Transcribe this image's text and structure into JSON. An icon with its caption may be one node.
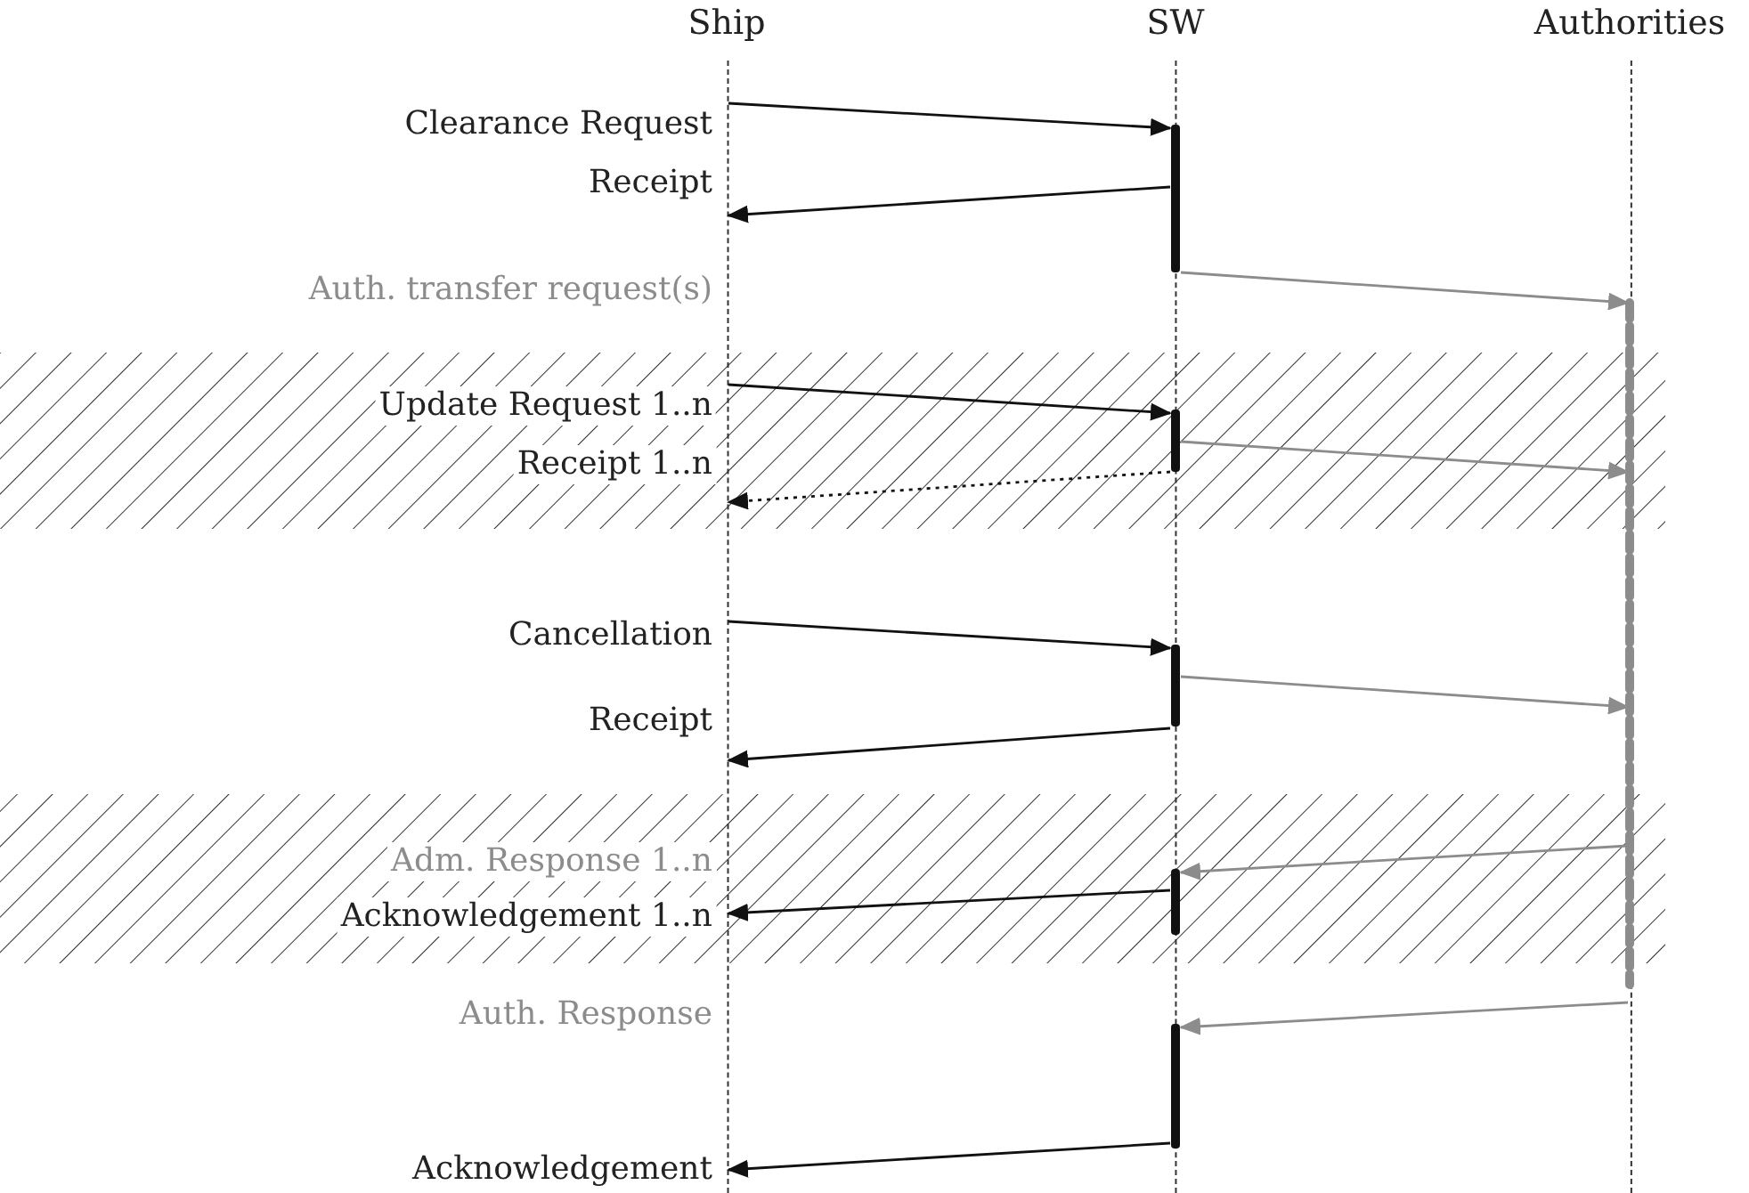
{
  "diagram": {
    "nodes": [
      {
        "text": [
          "Ship"
        ]
      },
      {
        "text": [
          "SW"
        ]
      },
      {
        "text": [
          "Authorities"
        ]
      }
    ],
    "edges": [
      {
        "from": 0,
        "to": 1,
        "arrow": "to",
        "label": "Clearance Request"
      },
      {
        "from": 1,
        "to": 0,
        "arrow": "to",
        "label": "Receipt"
      },
      {
        "from": 1,
        "to": 2,
        "arrow": "to",
        "color": "#8c8c8c"
      },
      {
        "from": 0,
        "to": 1,
        "arrow": "to",
        "label": "Update Request 1..n"
      },
      {
        "from": 1,
        "to": 2,
        "arrow": "to",
        "color": "#8c8c8c"
      },
      {
        "from": 1,
        "to": 0,
        "arrow": "to",
        "label": "Receipt 1..n",
        "style": "dashed"
      },
      {
        "from": 0,
        "to": 1,
        "arrow": "to",
        "label": "Cancellation"
      },
      {
        "from": 1,
        "to": 2,
        "arrow": "to",
        "color": "#8c8c8c"
      },
      {
        "from": 1,
        "to": 0,
        "arrow": "to",
        "label": "Receipt"
      },
      {
        "from": 2,
        "to": 1,
        "arrow": "to",
        "color": "#8c8c8c"
      },
      {
        "from": 1,
        "to": 0,
        "arrow": "to",
        "label": "Acknowledgement 1..n"
      },
      {
        "from": 2,
        "to": 1,
        "arrow": "to",
        "color": "#8c8c8c"
      },
      {
        "from": 1,
        "to": 0,
        "arrow": "to",
        "label": "Acknowledgement"
      }
    ],
    "labels": [
      "Auth. transfer request(s)",
      "Adm. Response 1..n",
      "Auth. Response"
    ]
  }
}
